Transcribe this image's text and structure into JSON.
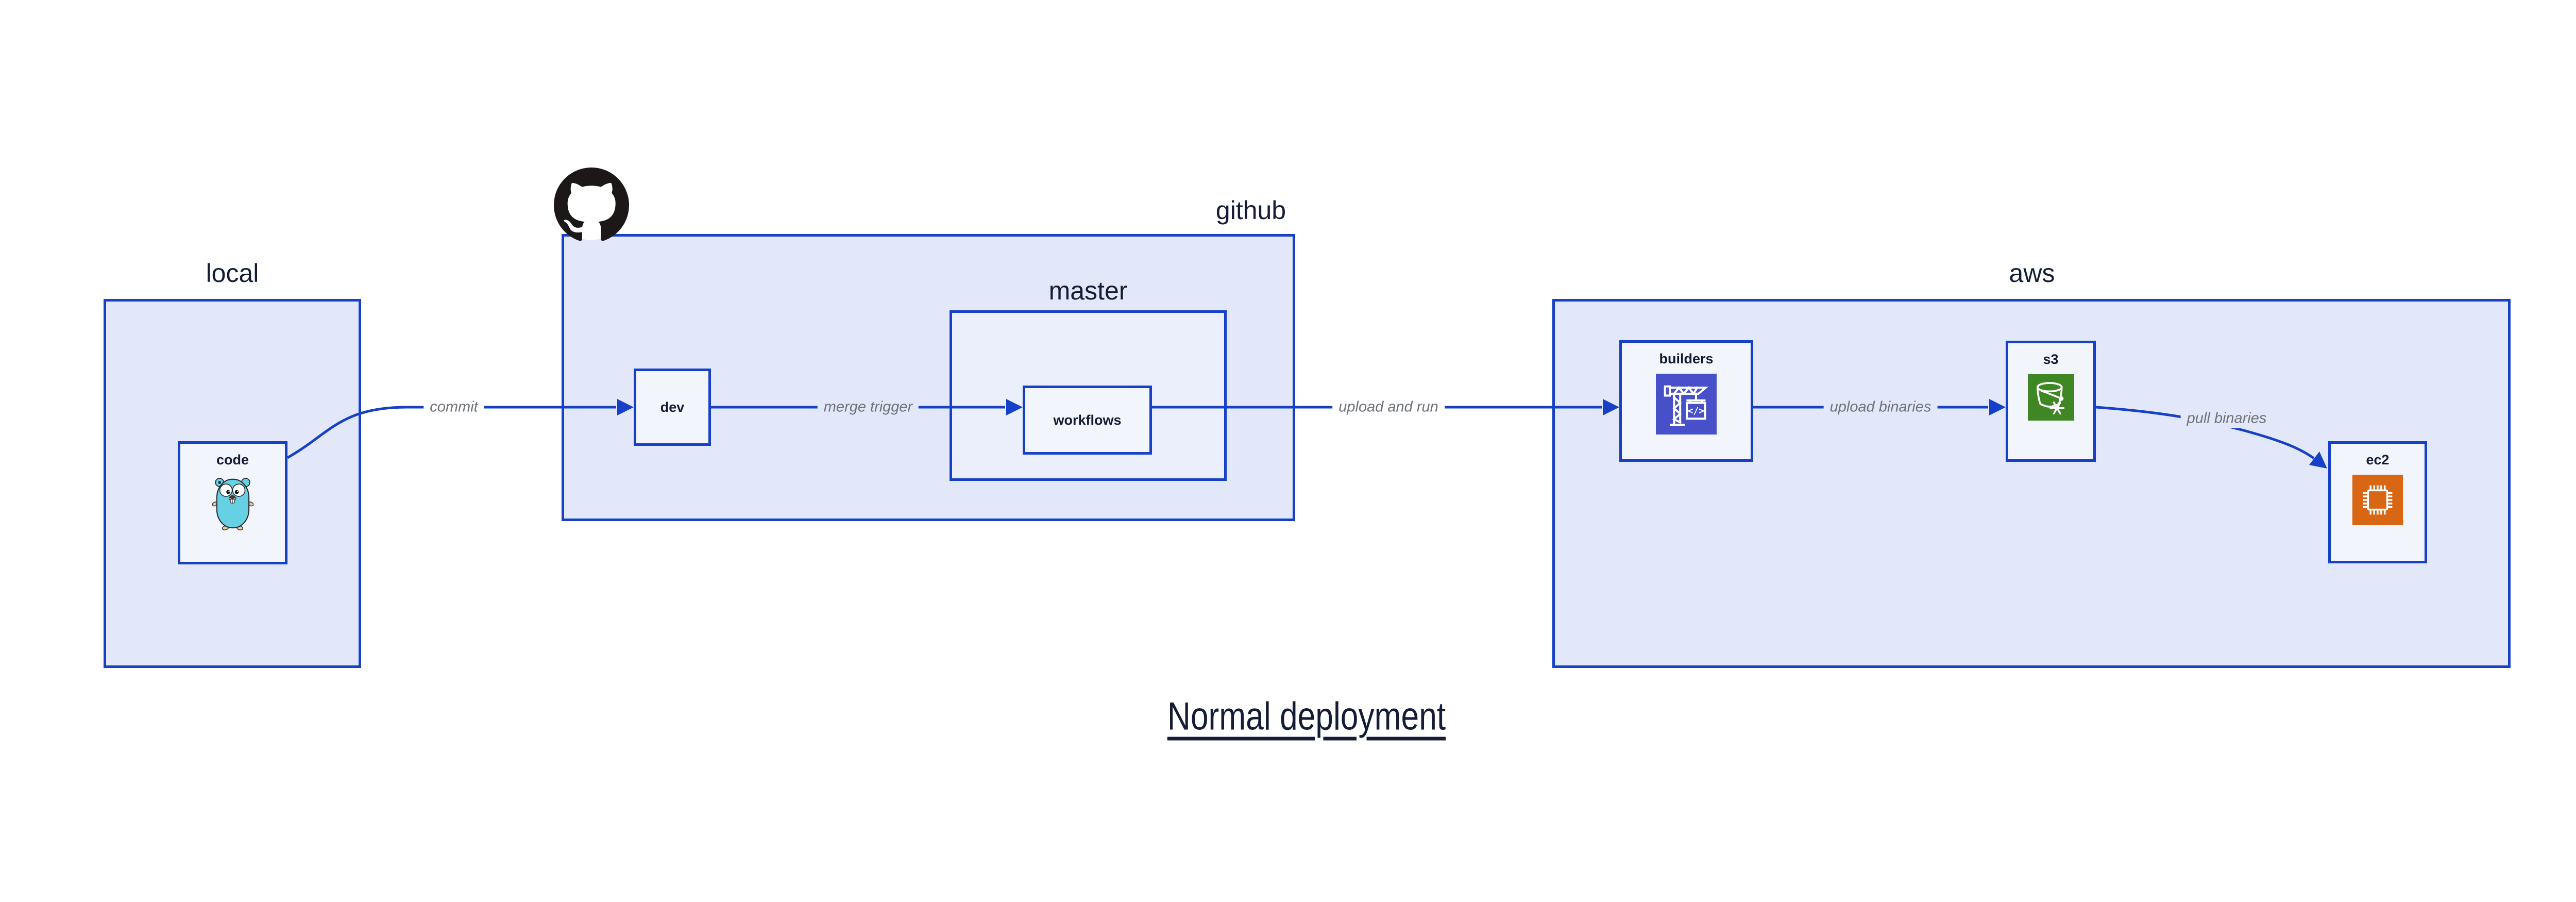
{
  "title": {
    "text": "Normal deployment"
  },
  "containers": {
    "local": {
      "label": "local"
    },
    "github": {
      "label": "github"
    },
    "master": {
      "label": "master"
    },
    "aws": {
      "label": "aws"
    }
  },
  "nodes": {
    "code": {
      "label": "code"
    },
    "dev": {
      "label": "dev"
    },
    "workflows": {
      "label": "workflows"
    },
    "builders": {
      "label": "builders",
      "icon_glyph": "</>"
    },
    "s3": {
      "label": "s3"
    },
    "ec2": {
      "label": "ec2"
    }
  },
  "edges": {
    "commit": {
      "label": "commit"
    },
    "merge_trigger": {
      "label": "merge trigger"
    },
    "upload_and_run": {
      "label": "upload and run"
    },
    "upload_binaries": {
      "label": "upload binaries"
    },
    "pull_binaries": {
      "label": "pull binaries"
    }
  },
  "icons": {
    "github_logo": "github-octocat-icon",
    "code_icon": "go-gopher-icon",
    "builders_icon": "codebuild-crane-icon",
    "s3_icon": "s3-bucket-snowflake-icon",
    "ec2_icon": "ec2-chip-icon"
  },
  "colors": {
    "edge_blue": "#1640c8",
    "container_fill": "#e2e8fa",
    "master_fill": "#ebeffc",
    "node_fill": "#f3f5fd",
    "label_navy": "#141d35",
    "edge_label_gray": "#6e7277",
    "builders_icon_bg": "#4750c8",
    "s3_icon_bg": "#3f8624",
    "ec2_icon_bg": "#d86613",
    "gopher_teal": "#67d1e4",
    "octocat_black": "#1b1817"
  }
}
